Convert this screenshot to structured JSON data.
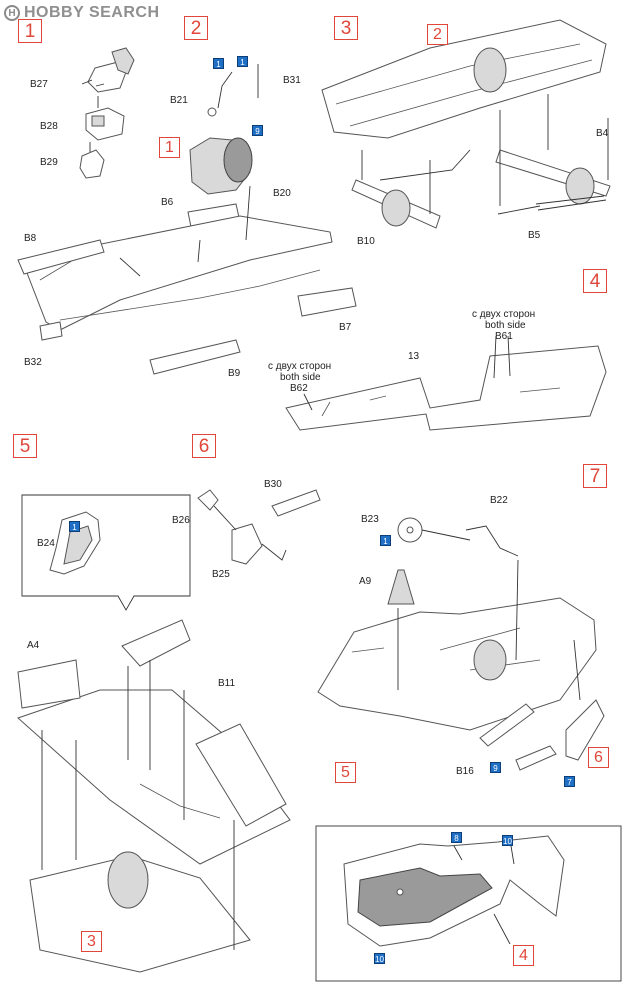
{
  "header": {
    "logo_text": "HOBBY SEARCH",
    "logo_mark": "H"
  },
  "steps": {
    "s1": "1",
    "s2": "2",
    "s3": "3",
    "s4": "4",
    "s5": "5",
    "s6": "6",
    "s7": "7",
    "ref_s2_step1": "1",
    "ref_s3_step2": "2",
    "ref_s5_step3": "3",
    "ref_s7_step5": "5",
    "ref_s7_step6": "6",
    "ref_detail_step4": "4"
  },
  "labels": {
    "B27": "B27",
    "B28": "B28",
    "B29": "B29",
    "B21": "B21",
    "B31": "B31",
    "B6": "B6",
    "B20": "B20",
    "B8": "B8",
    "B7": "B7",
    "B32": "B32",
    "B9": "B9",
    "B10": "B10",
    "B4": "B4",
    "B5": "B5",
    "B61": "B61",
    "B62": "B62",
    "part13": "13",
    "both_ru_1": "с двух сторон",
    "both_en_1": "both side",
    "both_ru_2": "с двух сторон",
    "both_en_2": "both side",
    "B24": "B24",
    "B26": "B26",
    "B30": "B30",
    "B25": "B25",
    "B23": "B23",
    "B22": "B22",
    "A9": "A9",
    "A4": "A4",
    "B11": "B11",
    "B16": "B16"
  },
  "color_badges": {
    "c_s2_a": "1",
    "c_s2_b": "1",
    "c_s2_c": "9",
    "c_s5": "1",
    "c_s7_a": "1",
    "c_s7_b": "9",
    "c_s7_c": "7",
    "c_det_a": "8",
    "c_det_b": "10",
    "c_det_c": "10"
  },
  "colors": {
    "step_box": "#e0473a",
    "paint_badge": "#1f6fc4",
    "line_art": "#555555"
  }
}
